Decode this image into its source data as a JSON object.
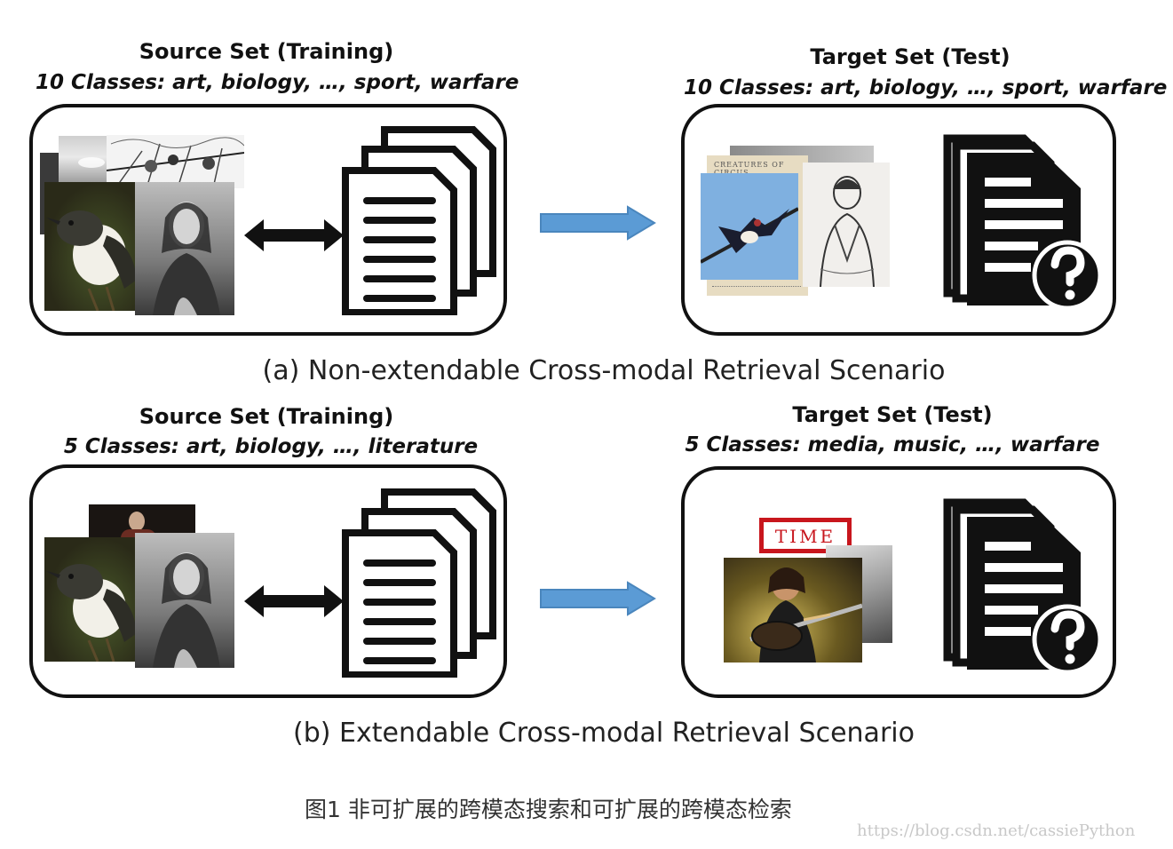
{
  "panel_a": {
    "source_title": "Source Set (Training)",
    "source_classes": "10 Classes: art, biology, …, sport, warfare",
    "target_title": "Target Set (Test)",
    "target_classes": "10 Classes: art, biology, …, sport, warfare",
    "caption": "(a) Non-extendable Cross-modal Retrieval Scenario",
    "cover_text": "CREATURES OF CIRCUS"
  },
  "panel_b": {
    "source_title": "Source Set (Training)",
    "source_classes": "5 Classes: art, biology, …, literature",
    "target_title": "Target Set (Test)",
    "target_classes": "5 Classes: media, music, …, warfare",
    "caption": "(b) Extendable Cross-modal Retrieval Scenario",
    "magazine_title": "TIME"
  },
  "figure_caption": "图1  非可扩展的跨模态搜索和可扩展的跨模态检索",
  "watermark": "https://blog.csdn.net/cassiePython",
  "colors": {
    "arrow_blue": "#5b9bd5",
    "frame": "#111111"
  },
  "icons": [
    "bird-photo",
    "mona-lisa-photo",
    "document-stack-icon",
    "question-document-icon",
    "double-arrow-icon",
    "right-arrow-icon",
    "guitarist-photo"
  ]
}
